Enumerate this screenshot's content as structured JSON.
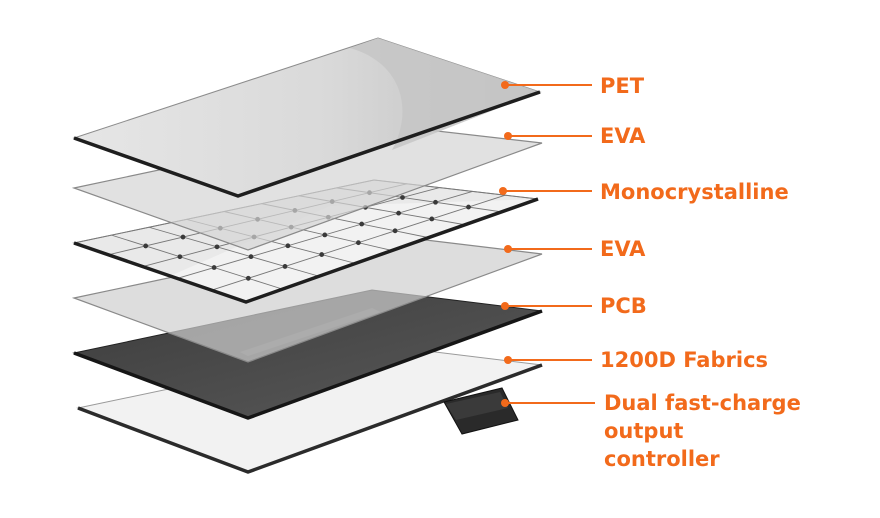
{
  "accent_color": "#f26a1b",
  "layers": [
    {
      "id": "pet",
      "label": "PET"
    },
    {
      "id": "eva-top",
      "label": "EVA"
    },
    {
      "id": "monocrystalline",
      "label": "Monocrystalline"
    },
    {
      "id": "eva-bottom",
      "label": "EVA"
    },
    {
      "id": "pcb",
      "label": "PCB"
    },
    {
      "id": "fabrics",
      "label": "1200D Fabrics"
    }
  ],
  "controller": {
    "lines": [
      "Dual fast-charge",
      "output",
      "controller"
    ]
  }
}
